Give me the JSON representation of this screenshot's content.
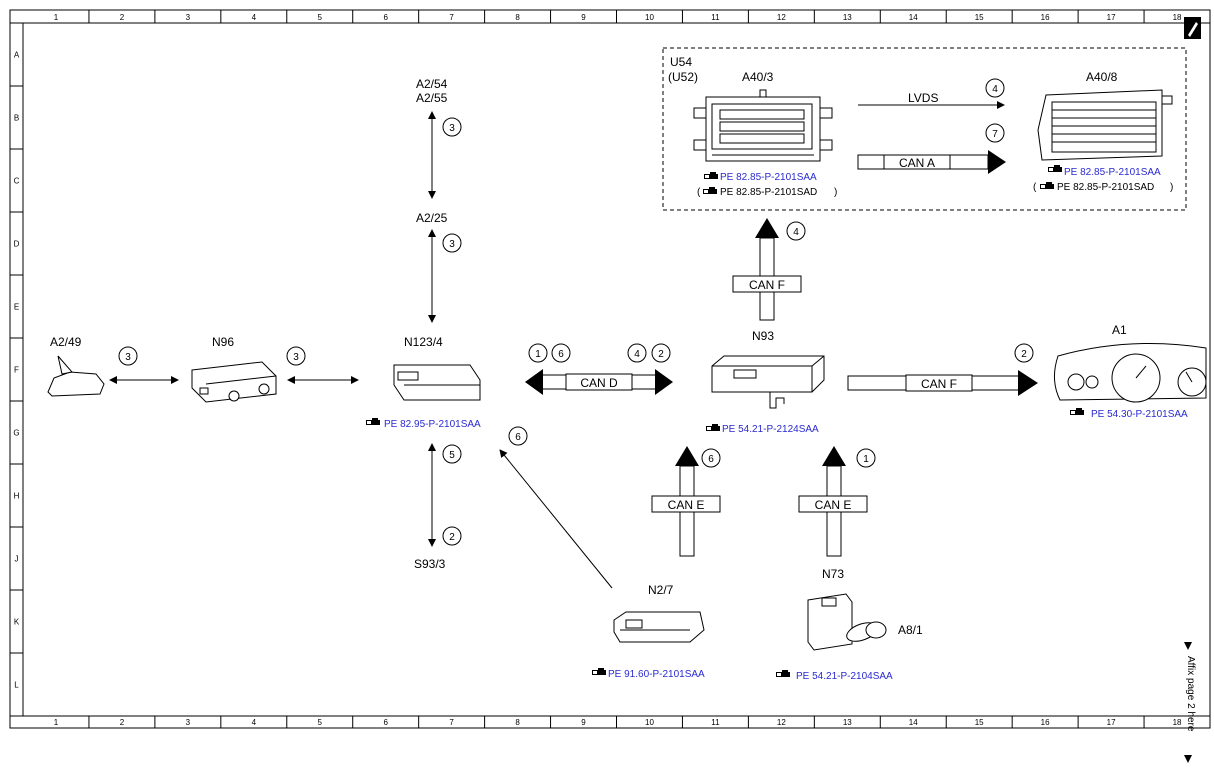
{
  "grid": {
    "columns": [
      "1",
      "2",
      "3",
      "4",
      "5",
      "6",
      "7",
      "8",
      "9",
      "10",
      "11",
      "12",
      "13",
      "14",
      "15",
      "16",
      "17",
      "18"
    ],
    "rows": [
      "A",
      "B",
      "C",
      "D",
      "E",
      "F",
      "G",
      "H",
      "J",
      "K",
      "L"
    ]
  },
  "components": {
    "a2_49": "A2/49",
    "n96": "N96",
    "n123_4": "N123/4",
    "a2_54": "A2/54",
    "a2_55": "A2/55",
    "a2_25": "A2/25",
    "s93_3": "S93/3",
    "n93": "N93",
    "n2_7": "N2/7",
    "n73": "N73",
    "a8_1": "A8/1",
    "a1": "A1",
    "u54": "U54",
    "u52": "(U52)",
    "a40_3": "A40/3",
    "a40_8": "A40/8"
  },
  "buses": {
    "can_d": "CAN D",
    "can_e_left": "CAN E",
    "can_e_right": "CAN E",
    "can_f_up": "CAN F",
    "can_f_right": "CAN F",
    "can_a": "CAN A",
    "lvds": "LVDS"
  },
  "references": {
    "n123_4": "PE 82.95-P-2101SAA",
    "n93": "PE 54.21-P-2124SAA",
    "a1": "PE 54.30-P-2101SAA",
    "n2_7": "PE 91.60-P-2101SAA",
    "n73": "PE 54.21-P-2104SAA",
    "a40_3": "PE 82.85-P-2101SAA",
    "a40_3_alt": "PE 82.85-P-2101SAD",
    "a40_8": "PE 82.85-P-2101SAA",
    "a40_8_alt": "PE 82.85-P-2101SAD"
  },
  "ref_icon": "pointing-hand-icon",
  "circled": {
    "a2_49_n96": "3",
    "n96_n123": "3",
    "a2_54_link": "3",
    "a2_25_link": "3",
    "s93_link_top": "5",
    "s93_link_bottom": "2",
    "can_d_1": "1",
    "can_d_6": "6",
    "can_d_4": "4",
    "can_d_2": "2",
    "n2_7_link": "6",
    "can_e_left": "6",
    "can_e_right": "1",
    "can_f_up": "4",
    "can_f_right": "2",
    "lvds": "4",
    "can_a": "7"
  },
  "footer": {
    "affix": "Affix page 2 here"
  },
  "colors": {
    "reference_text": "#2a2ad0",
    "line": "#000000"
  }
}
